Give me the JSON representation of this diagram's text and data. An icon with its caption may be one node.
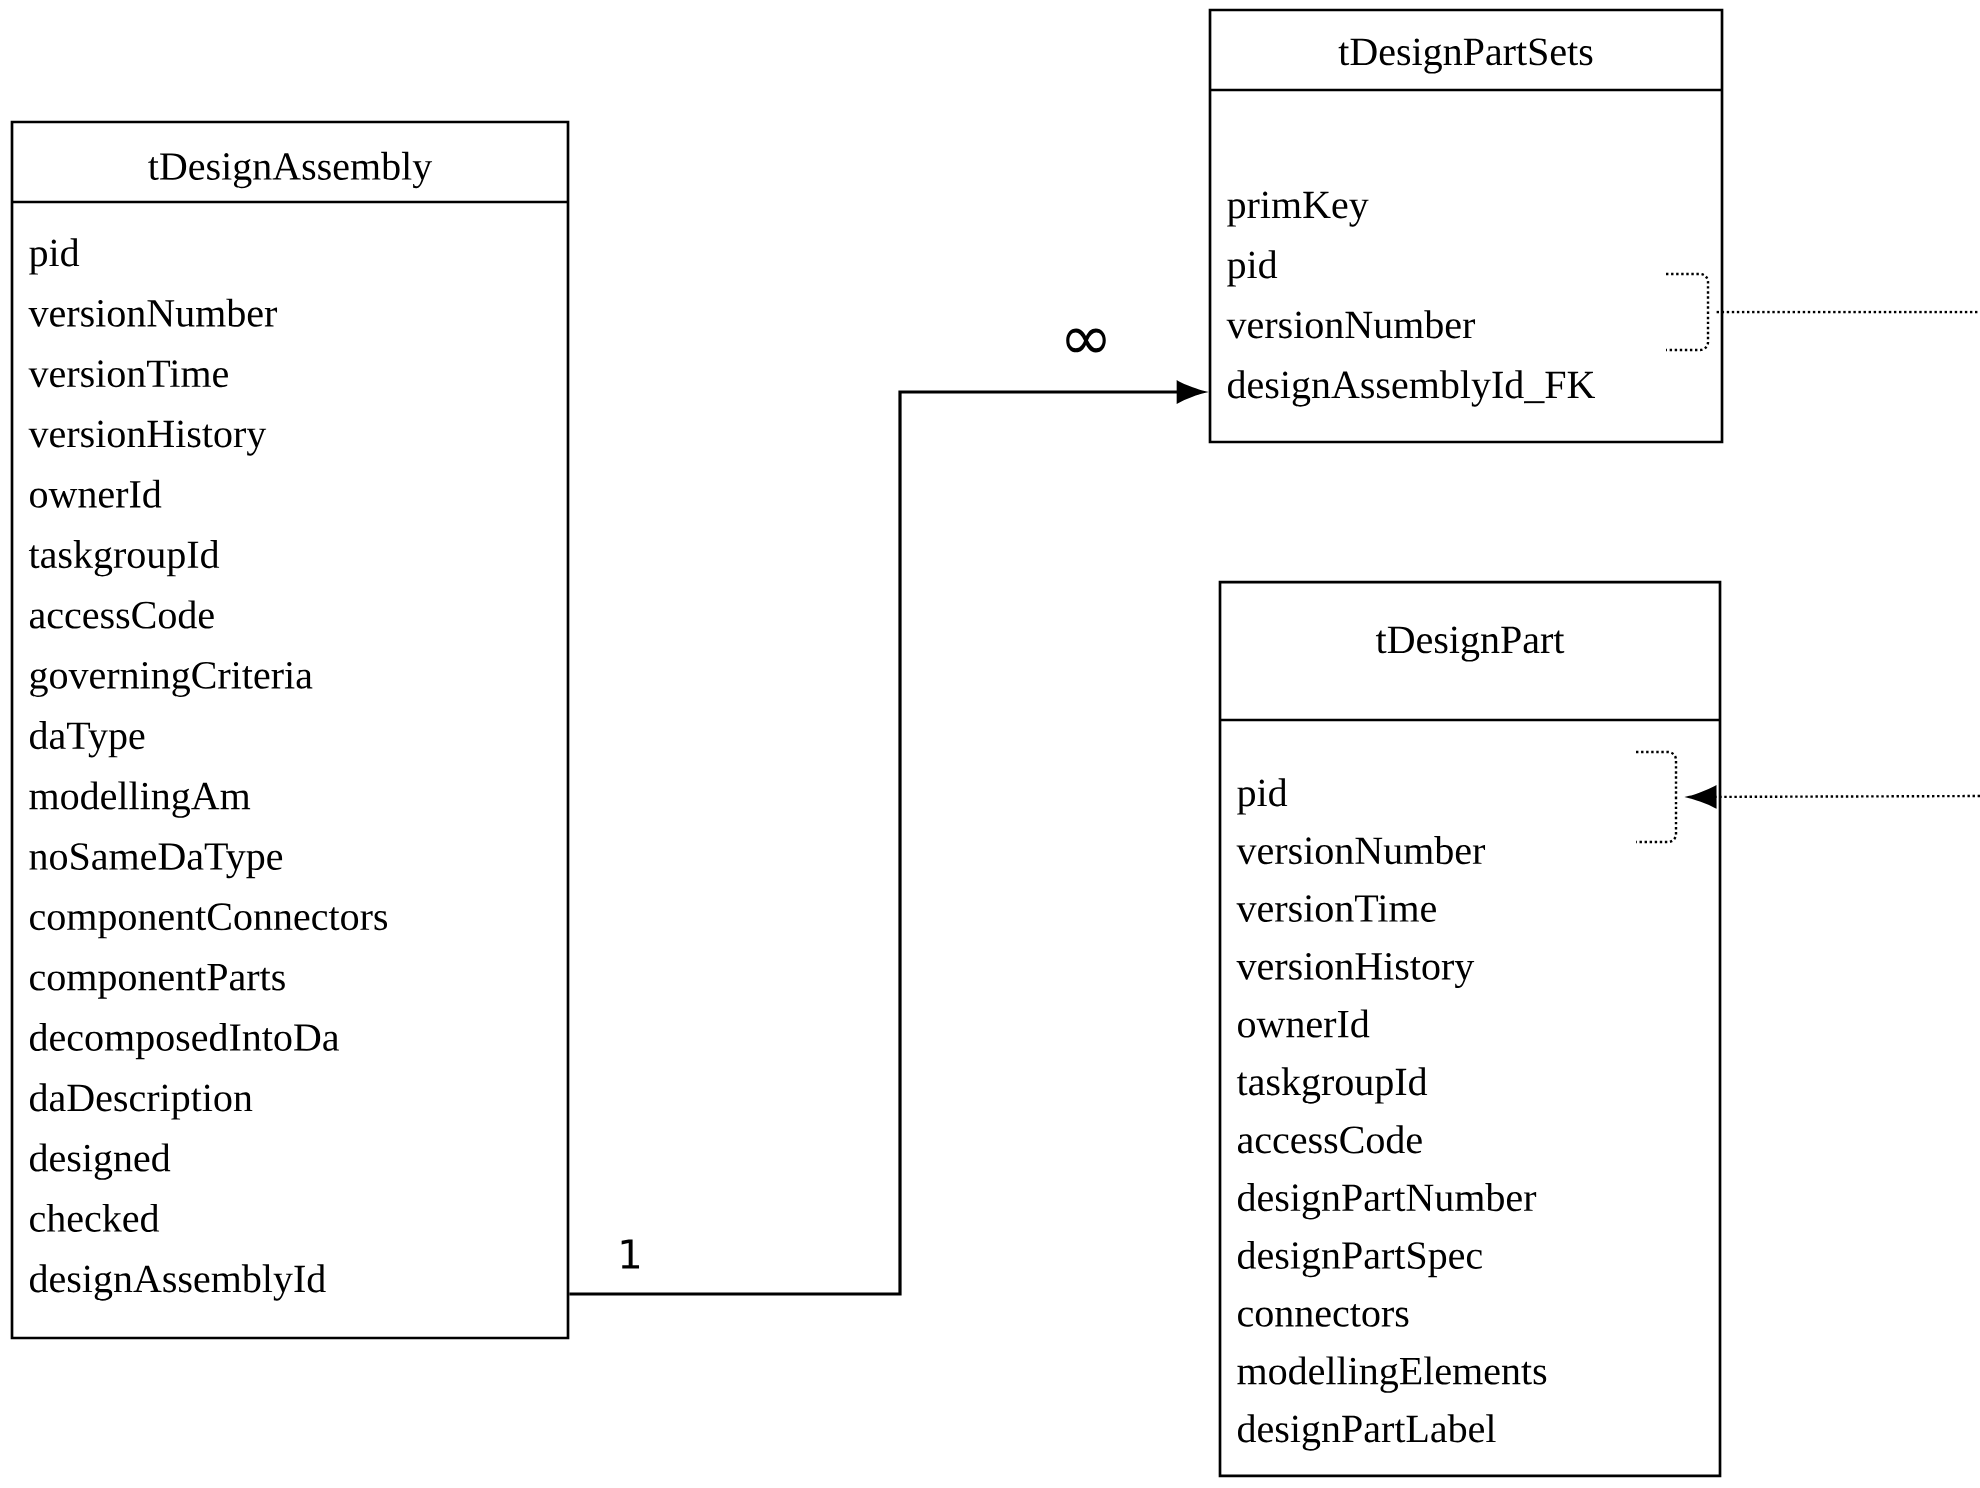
{
  "diagram": {
    "nodes": [
      {
        "text": [
          "tDesignAssembly",
          "pid",
          "versionNumber",
          "versionTime",
          "versionHistory",
          "ownerId",
          "taskgroupId",
          "accessCode",
          "governingCriteria",
          "daType",
          "modellingAm",
          "noSameDaType",
          "componentConnectors",
          "componentParts",
          "decomposedIntoDa",
          "daDescription",
          "designed",
          "checked",
          "designAssemblyId"
        ]
      },
      {
        "text": [
          "tDesignPartSets",
          "primKey",
          "pid",
          "versionNumber",
          "designAssemblyId_FK"
        ]
      },
      {
        "text": [],
        "shape": "bracket",
        "in": 1
      },
      {
        "text": [
          "tDesignPart",
          "pid",
          "versionNumber",
          "versionTime",
          "versionHistory",
          "ownerId",
          "taskgroupId",
          "accessCode",
          "designPartNumber",
          "designPartSpec",
          "connectors",
          "modellingElements",
          "designPartLabel"
        ]
      },
      {
        "text": [],
        "shape": "bracket",
        "in": 3
      }
    ],
    "edges": [
      {
        "from": 0,
        "to": 1,
        "arrow": "to"
      },
      {
        "from": 2,
        "to": null,
        "arrow": "none",
        "style": "dashed"
      },
      {
        "from": null,
        "to": 4,
        "arrow": "to",
        "style": "dashed"
      }
    ],
    "labels": [
      "1",
      "∞"
    ]
  }
}
